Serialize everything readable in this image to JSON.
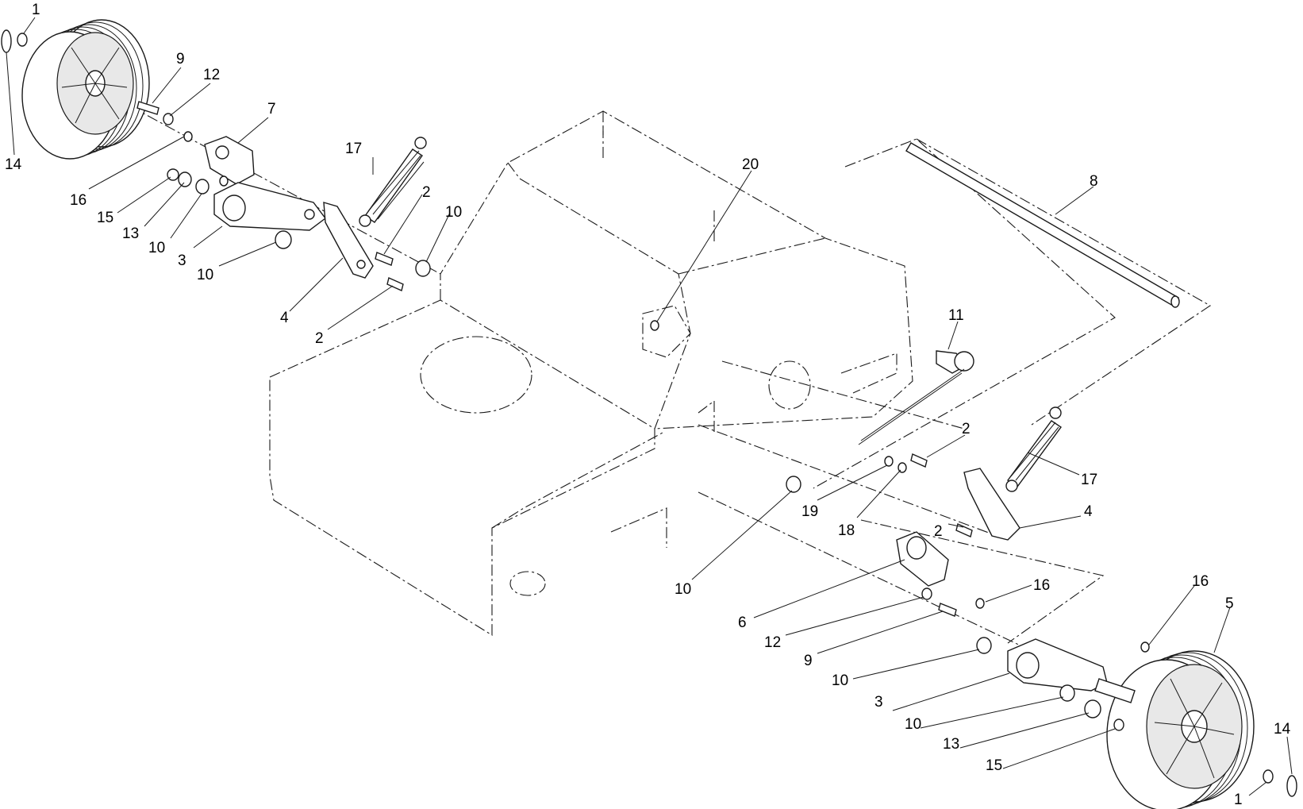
{
  "diagram": {
    "callouts": [
      {
        "id": "c1a",
        "text": "1"
      },
      {
        "id": "c14a",
        "text": "14"
      },
      {
        "id": "c9a",
        "text": "9"
      },
      {
        "id": "c12a",
        "text": "12"
      },
      {
        "id": "c7",
        "text": "7"
      },
      {
        "id": "c17a",
        "text": "17"
      },
      {
        "id": "c16a",
        "text": "16"
      },
      {
        "id": "c15a",
        "text": "15"
      },
      {
        "id": "c13a",
        "text": "13"
      },
      {
        "id": "c10a",
        "text": "10"
      },
      {
        "id": "c3a",
        "text": "3"
      },
      {
        "id": "c10b",
        "text": "10"
      },
      {
        "id": "c2a",
        "text": "2"
      },
      {
        "id": "c10c",
        "text": "10"
      },
      {
        "id": "c4a",
        "text": "4"
      },
      {
        "id": "c2b",
        "text": "2"
      },
      {
        "id": "c20",
        "text": "20"
      },
      {
        "id": "c8",
        "text": "8"
      },
      {
        "id": "c11",
        "text": "11"
      },
      {
        "id": "c2c",
        "text": "2"
      },
      {
        "id": "c17b",
        "text": "17"
      },
      {
        "id": "c19",
        "text": "19"
      },
      {
        "id": "c18",
        "text": "18"
      },
      {
        "id": "c2d",
        "text": "2"
      },
      {
        "id": "c4b",
        "text": "4"
      },
      {
        "id": "c10d",
        "text": "10"
      },
      {
        "id": "c16b",
        "text": "16"
      },
      {
        "id": "c6",
        "text": "6"
      },
      {
        "id": "c12b",
        "text": "12"
      },
      {
        "id": "c9b",
        "text": "9"
      },
      {
        "id": "c16c",
        "text": "16"
      },
      {
        "id": "c5",
        "text": "5"
      },
      {
        "id": "c10e",
        "text": "10"
      },
      {
        "id": "c3b",
        "text": "3"
      },
      {
        "id": "c10f",
        "text": "10"
      },
      {
        "id": "c13b",
        "text": "13"
      },
      {
        "id": "c15b",
        "text": "15"
      },
      {
        "id": "c14b",
        "text": "14"
      },
      {
        "id": "c1b",
        "text": "1"
      }
    ]
  }
}
